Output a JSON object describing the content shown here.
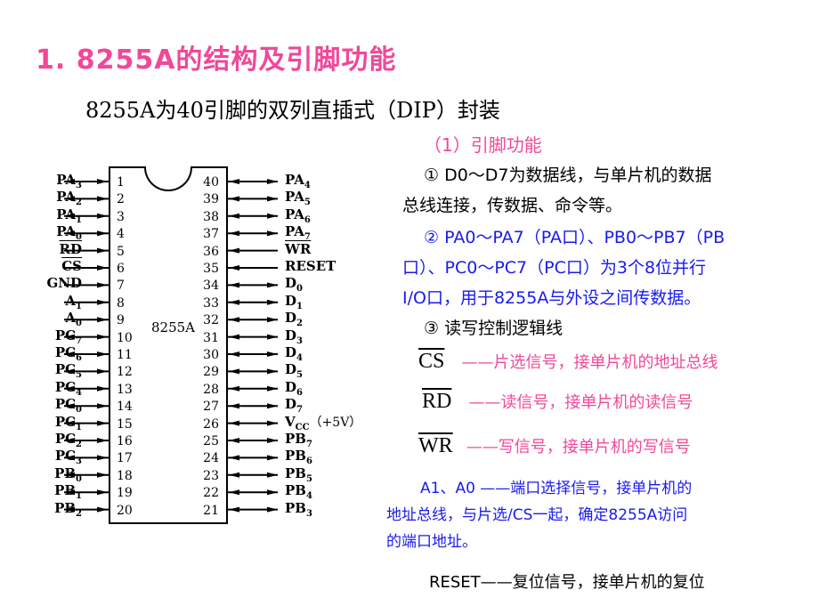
{
  "slide": {
    "title": "1. 8255A的结构及引脚功能",
    "subtitle": "8255A为40引脚的双列直插式（DIP）封装"
  },
  "chip": {
    "name": "8255A",
    "left_pins": [
      {
        "num": "1",
        "base": "PA",
        "sub": "3",
        "overline": false,
        "dir": "bi"
      },
      {
        "num": "2",
        "base": "PA",
        "sub": "2",
        "overline": false,
        "dir": "bi"
      },
      {
        "num": "3",
        "base": "PA",
        "sub": "1",
        "overline": false,
        "dir": "bi"
      },
      {
        "num": "4",
        "base": "PA",
        "sub": "0",
        "overline": false,
        "dir": "bi"
      },
      {
        "num": "5",
        "base": "RD",
        "sub": "",
        "overline": true,
        "dir": "in"
      },
      {
        "num": "6",
        "base": "CS",
        "sub": "",
        "overline": true,
        "dir": "in"
      },
      {
        "num": "7",
        "base": "GND",
        "sub": "",
        "overline": false,
        "dir": "in"
      },
      {
        "num": "8",
        "base": "A",
        "sub": "1",
        "overline": false,
        "dir": "in"
      },
      {
        "num": "9",
        "base": "A",
        "sub": "0",
        "overline": false,
        "dir": "in"
      },
      {
        "num": "10",
        "base": "PC",
        "sub": "7",
        "overline": false,
        "dir": "bi"
      },
      {
        "num": "11",
        "base": "PC",
        "sub": "6",
        "overline": false,
        "dir": "bi"
      },
      {
        "num": "12",
        "base": "PC",
        "sub": "5",
        "overline": false,
        "dir": "bi"
      },
      {
        "num": "13",
        "base": "PC",
        "sub": "4",
        "overline": false,
        "dir": "bi"
      },
      {
        "num": "14",
        "base": "PC",
        "sub": "0",
        "overline": false,
        "dir": "bi"
      },
      {
        "num": "15",
        "base": "PC",
        "sub": "1",
        "overline": false,
        "dir": "bi"
      },
      {
        "num": "16",
        "base": "PC",
        "sub": "2",
        "overline": false,
        "dir": "bi"
      },
      {
        "num": "17",
        "base": "PC",
        "sub": "3",
        "overline": false,
        "dir": "bi"
      },
      {
        "num": "18",
        "base": "PB",
        "sub": "0",
        "overline": false,
        "dir": "bi"
      },
      {
        "num": "19",
        "base": "PB",
        "sub": "1",
        "overline": false,
        "dir": "bi"
      },
      {
        "num": "20",
        "base": "PB",
        "sub": "2",
        "overline": false,
        "dir": "bi"
      }
    ],
    "right_pins": [
      {
        "num": "40",
        "base": "PA",
        "sub": "4",
        "overline": false,
        "dir": "bi"
      },
      {
        "num": "39",
        "base": "PA",
        "sub": "5",
        "overline": false,
        "dir": "bi"
      },
      {
        "num": "38",
        "base": "PA",
        "sub": "6",
        "overline": false,
        "dir": "bi"
      },
      {
        "num": "37",
        "base": "PA",
        "sub": "7",
        "overline": false,
        "dir": "bi"
      },
      {
        "num": "36",
        "base": "WR",
        "sub": "",
        "overline": true,
        "dir": "in"
      },
      {
        "num": "35",
        "base": "RESET",
        "sub": "",
        "overline": false,
        "dir": "in"
      },
      {
        "num": "34",
        "base": "D",
        "sub": "0",
        "overline": false,
        "dir": "bi"
      },
      {
        "num": "33",
        "base": "D",
        "sub": "1",
        "overline": false,
        "dir": "bi"
      },
      {
        "num": "32",
        "base": "D",
        "sub": "2",
        "overline": false,
        "dir": "bi"
      },
      {
        "num": "31",
        "base": "D",
        "sub": "3",
        "overline": false,
        "dir": "bi"
      },
      {
        "num": "30",
        "base": "D",
        "sub": "4",
        "overline": false,
        "dir": "bi"
      },
      {
        "num": "29",
        "base": "D",
        "sub": "5",
        "overline": false,
        "dir": "bi"
      },
      {
        "num": "28",
        "base": "D",
        "sub": "6",
        "overline": false,
        "dir": "bi"
      },
      {
        "num": "27",
        "base": "D",
        "sub": "7",
        "overline": false,
        "dir": "bi"
      },
      {
        "num": "26",
        "base": "V",
        "sub": "CC",
        "suffix": "（+5V）",
        "overline": false,
        "dir": "bi"
      },
      {
        "num": "25",
        "base": "PB",
        "sub": "7",
        "overline": false,
        "dir": "bi"
      },
      {
        "num": "24",
        "base": "PB",
        "sub": "6",
        "overline": false,
        "dir": "bi"
      },
      {
        "num": "23",
        "base": "PB",
        "sub": "5",
        "overline": false,
        "dir": "bi"
      },
      {
        "num": "22",
        "base": "PB",
        "sub": "4",
        "overline": false,
        "dir": "bi"
      },
      {
        "num": "21",
        "base": "PB",
        "sub": "3",
        "overline": false,
        "dir": "bi"
      }
    ]
  },
  "description": {
    "heading": "（1）引脚功能",
    "item1_line1": "① D0～D7为数据线，与单片机的数据",
    "item1_line2": "总线连接，传数据、命令等。",
    "item2_line1": "② PA0～PA7（PA口）、PB0～PB7（PB",
    "item2_line2": "口）、PC0～PC7（PC口）为3个8位并行",
    "item2_line3": "I/O口，用于8255A与外设之间传数据。",
    "item3": "③ 读写控制逻辑线",
    "signals": [
      {
        "name": "CS",
        "desc": "——片选信号，接单片机的地址总线"
      },
      {
        "name": "RD",
        "desc": "——读信号，接单片机的读信号"
      },
      {
        "name": "WR",
        "desc": "——写信号，接单片机的写信号"
      }
    ],
    "addr_line1": "A1、A0 ——端口选择信号，接单片机的",
    "addr_line2": "地址总线，与片选/CS一起，确定8255A访问",
    "addr_line3": "的端口地址。",
    "reset": "RESET——复位信号，接单片机的复位"
  },
  "colors": {
    "pink": "#f0489a",
    "blue": "#1a1aee",
    "black": "#000000"
  }
}
